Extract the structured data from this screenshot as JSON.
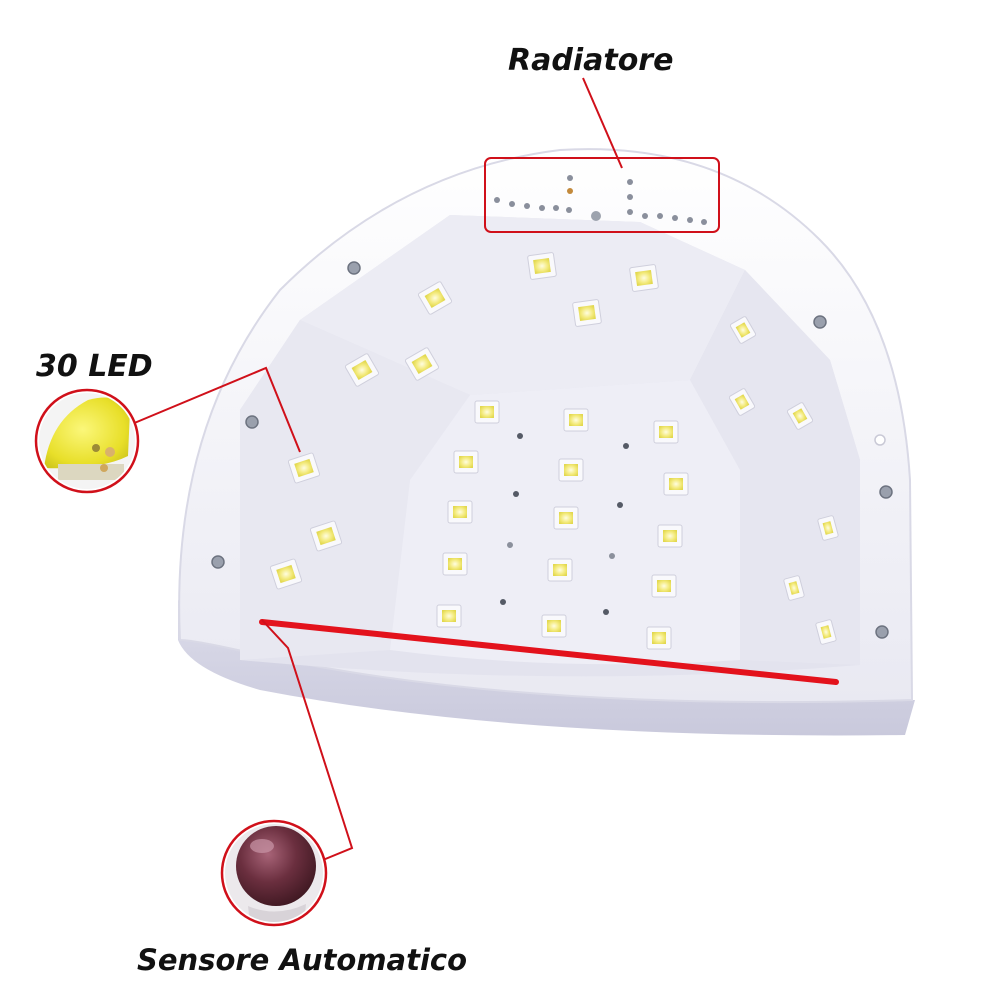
{
  "labels": {
    "radiator": "Radiatore",
    "led": "30 LED",
    "sensor": "Sensore Automatico"
  },
  "colors": {
    "callout": "#d0101a",
    "lamp_shell": "#f4f4fa",
    "lamp_inner": "#e6e6ef",
    "led_chip": "#f6ef9a",
    "led_frame": "#f8f8fb",
    "sensor_lens": "#6b2f3f"
  },
  "icons": {
    "led_detail": "led-chip-closeup-icon",
    "sensor_detail": "sensor-lens-closeup-icon",
    "radiator_vents": "vent-holes-icon"
  }
}
